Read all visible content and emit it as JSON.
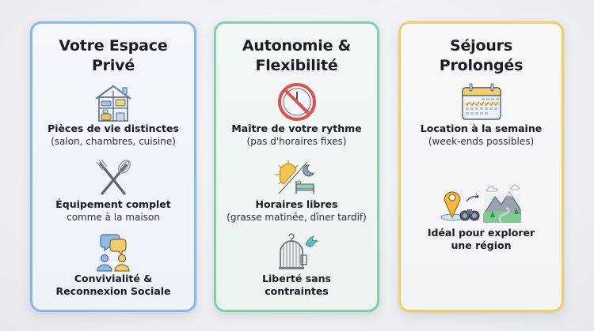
{
  "cards": [
    {
      "title": "Votre Espace\nPrivé",
      "accent": "#8ab8ea",
      "features": [
        {
          "icon": "house-icon",
          "title": "Pièces de vie distinctes",
          "subtitle": "(salon, chambres, cuisine)"
        },
        {
          "icon": "fork-whisk-icon",
          "title": "Équipement complet",
          "subtitle": "comme à la maison"
        },
        {
          "icon": "people-chat-icon",
          "title": "Convivialité &\nReconnexion Sociale",
          "subtitle": ""
        }
      ]
    },
    {
      "title": "Autonomie &\nFlexibilité",
      "accent": "#7fd2a9",
      "features": [
        {
          "icon": "no-clock-icon",
          "title": "Maître de votre rythme",
          "subtitle": "(pas d'horaires fixes)"
        },
        {
          "icon": "sun-moon-bed-icon",
          "title": "Horaires libres",
          "subtitle": "(grasse matinée, dîner tardif)"
        },
        {
          "icon": "open-cage-bird-icon",
          "title": "Liberté sans\ncontraintes",
          "subtitle": ""
        }
      ]
    },
    {
      "title": "Séjours\nProlongés",
      "accent": "#f2cf66",
      "features": [
        {
          "icon": "calendar-week-icon",
          "title": "Location à la semaine",
          "subtitle": "(week-ends possibles)"
        },
        {
          "icon": "map-pin-binoculars-mountain-icon",
          "title": "Idéal pour explorer\nune région",
          "subtitle": ""
        }
      ]
    }
  ]
}
